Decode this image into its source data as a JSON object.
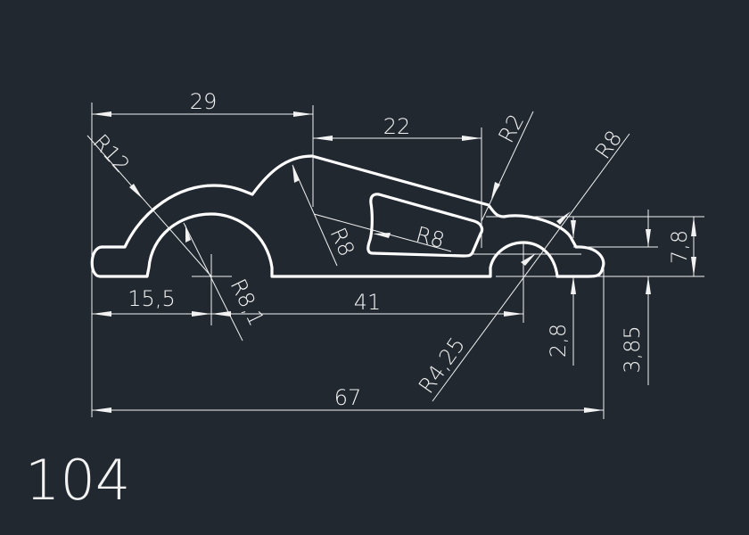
{
  "drawing": {
    "part_number": "104",
    "background_color": "#212830",
    "line_color": "#ffffff",
    "dimensions": {
      "width_29": "29",
      "width_22": "22",
      "radius_r12": "R12",
      "radius_r8_1": "R8,1",
      "radius_r8_left": "R8",
      "radius_r8_inner": "R8",
      "radius_r2": "R2",
      "radius_r8_right": "R8",
      "radius_r4_25": "R4,25",
      "width_15_5": "15,5",
      "width_41": "41",
      "width_67": "67",
      "height_7_8": "7,8",
      "height_2_8": "2,8",
      "height_3_85": "3,85"
    }
  }
}
